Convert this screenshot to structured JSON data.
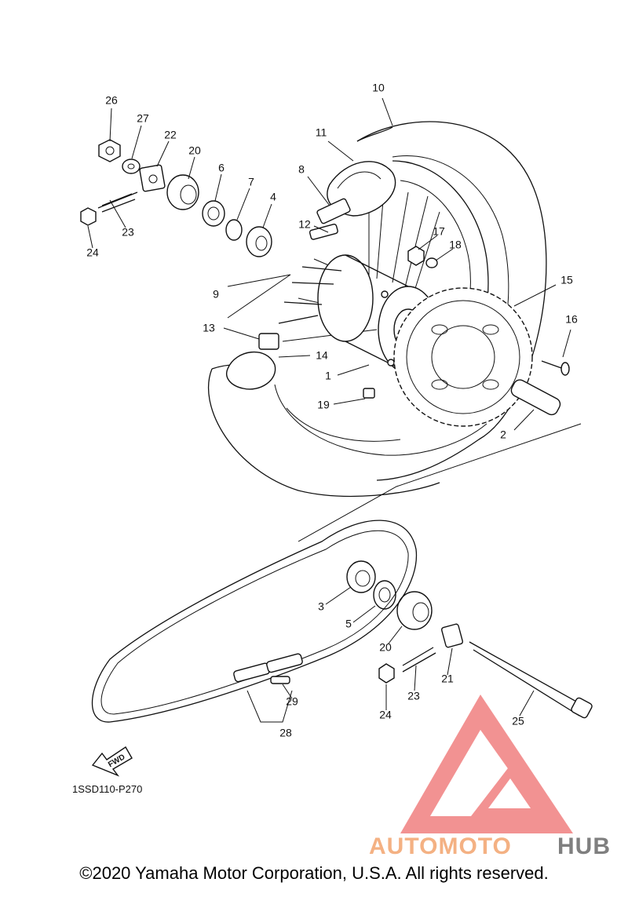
{
  "diagram_code": "1SSD110-P270",
  "fwd_label": "FWD",
  "copyright": "©2020 Yamaha Motor Corporation, U.S.A. All rights reserved.",
  "watermark": {
    "part1": "AUTOMOTO",
    "part2": "HUB",
    "color1": "#f4b183",
    "color2": "#7f7f7f",
    "logo_color": "#f08080"
  },
  "callouts": [
    "1",
    "2",
    "3",
    "4",
    "5",
    "6",
    "7",
    "8",
    "9",
    "10",
    "11",
    "12",
    "13",
    "14",
    "15",
    "16",
    "17",
    "18",
    "19",
    "20",
    "20",
    "21",
    "22",
    "23",
    "23",
    "24",
    "24",
    "25",
    "26",
    "27",
    "28",
    "29"
  ]
}
